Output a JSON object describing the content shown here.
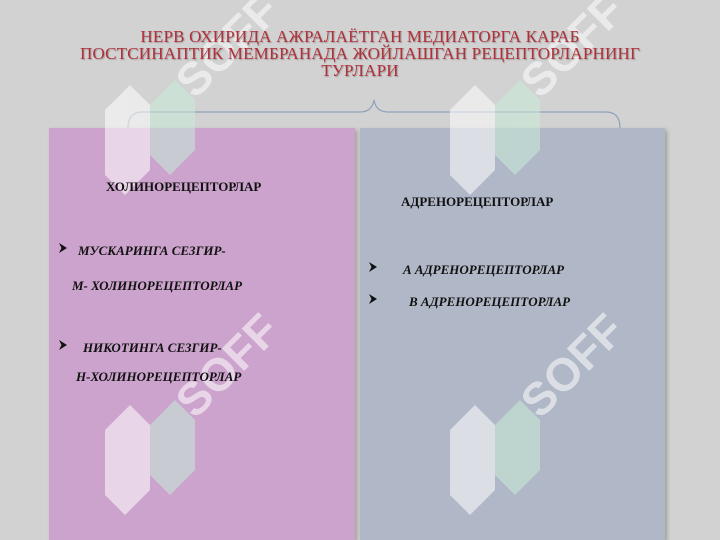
{
  "title": {
    "line1": "НЕРВ ОХИРИДА АЖРАЛАЁТГАН МЕДИАТОРГА КАРАБ",
    "line2": "ПОСТСИНАПТИК МЕМБРАНАДА ЖОЙЛАШГАН РЕЦЕПТОРЛАРНИНГ",
    "line3": "ТУРЛАРИ"
  },
  "left_panel": {
    "heading": "ХОЛИНОРЕЦЕПТОРЛАР",
    "items": [
      {
        "line1": "МУСКАРИНГА СЕЗГИР-",
        "line2": "М- ХОЛИНОРЕЦЕПТОРЛАР"
      },
      {
        "line1": "НИКОТИНГА СЕЗГИР-",
        "line2": "Н-ХОЛИНОРЕЦЕПТОРЛАР"
      }
    ]
  },
  "right_panel": {
    "heading": "АДРЕНОРЕЦЕПТОРЛАР",
    "items": [
      "А АДРЕНОРЕЦЕПТОРЛАР",
      "В АДРЕНОРЕЦЕПТОРЛАР"
    ]
  },
  "watermark": {
    "text": "SOFF"
  },
  "colors": {
    "title": "#b0303a",
    "left_panel": "#cca3cd",
    "right_panel": "#b0b7c6",
    "background": "#d2d2d2"
  },
  "icons": {
    "bullet": "arrowhead-bullet-icon",
    "brace": "curly-brace-icon"
  }
}
